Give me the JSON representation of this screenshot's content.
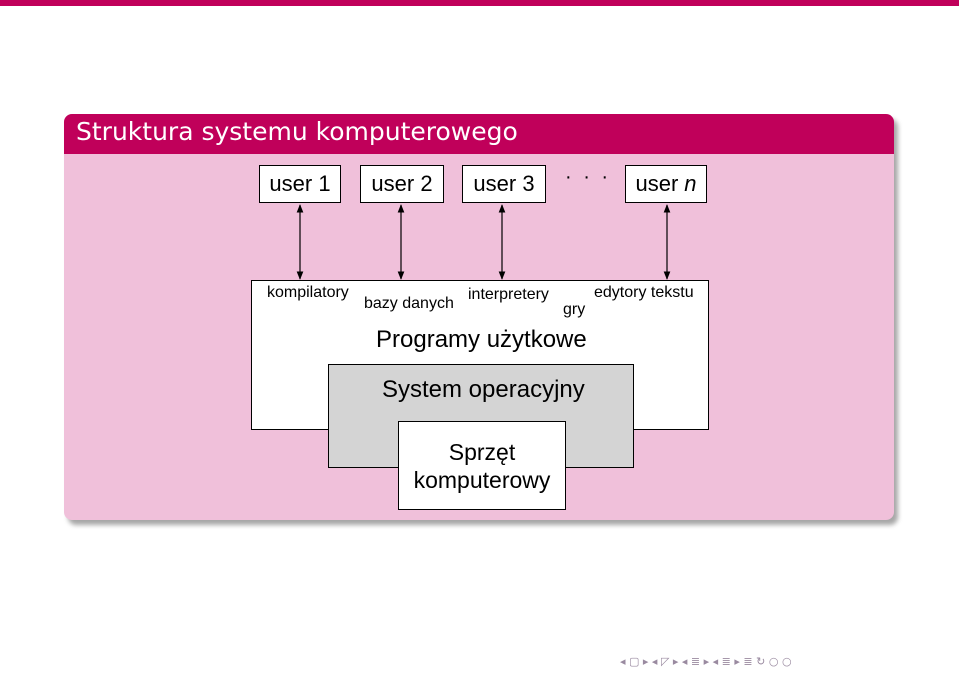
{
  "slide": {
    "title": "Struktura systemu komputerowego"
  },
  "users": [
    {
      "prefix": "user",
      "suffix": "1",
      "italic": false
    },
    {
      "prefix": "user",
      "suffix": "2",
      "italic": false
    },
    {
      "prefix": "user",
      "suffix": "3",
      "italic": false
    },
    {
      "prefix": "user",
      "suffix": "n",
      "italic": true
    }
  ],
  "ellipsis": "· · ·",
  "applications": {
    "title": "Programy użytkowe",
    "items": [
      "kompilatory",
      "bazy danych",
      "interpretery",
      "gry",
      "edytory tekstu"
    ]
  },
  "operating_system": {
    "title": "System operacyjny"
  },
  "hardware": {
    "line1": "Sprzęt",
    "line2": "komputerowy"
  },
  "navigation": {
    "symbols": "◂ ▢ ▸ ◂ ◸ ▸ ◂ ≣ ▸ ◂ ≣ ▸ ≣ ↻ ○ ○"
  },
  "colors": {
    "accent": "#c0005a",
    "block_body": "#f0c0da",
    "os_fill": "#d4d4d4"
  }
}
